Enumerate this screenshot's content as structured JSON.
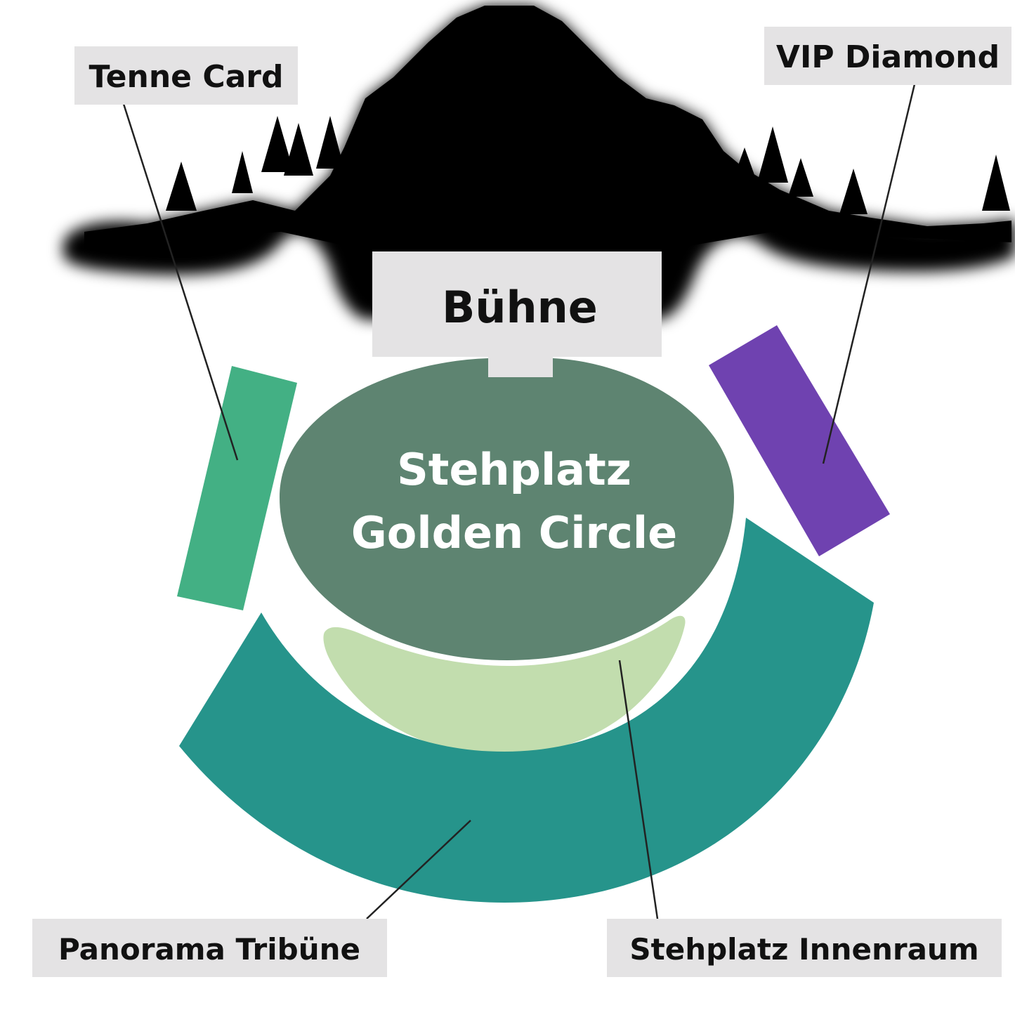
{
  "venue": {
    "stage_label": "Bühne",
    "zones": [
      {
        "id": "golden-circle",
        "lines": [
          "Stehplatz",
          "Golden Circle"
        ],
        "color": "#5e8471"
      },
      {
        "id": "innenraum",
        "label": "Stehplatz Innenraum",
        "color": "#c2ddae"
      },
      {
        "id": "panorama",
        "label": "Panorama Tribüne",
        "color": "#26948b"
      },
      {
        "id": "tenne",
        "label": "Tenne Card",
        "color": "#43b084"
      },
      {
        "id": "vip",
        "label": "VIP Diamond",
        "color": "#6f42b0"
      }
    ]
  },
  "colors": {
    "label_background": "#e4e3e4",
    "mountain": "#000000",
    "background": "#ffffff"
  }
}
